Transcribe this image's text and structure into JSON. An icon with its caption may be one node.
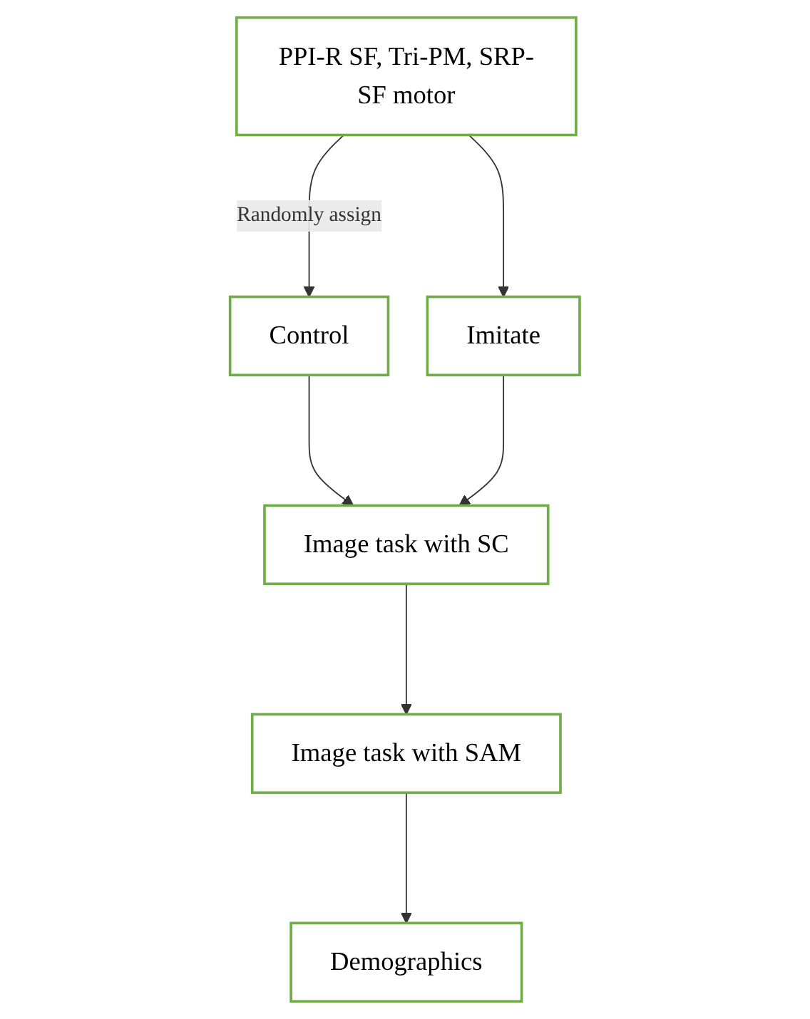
{
  "diagram": {
    "nodes": [
      {
        "text": [
          "PPI-R SF, Tri-PM, SRP-SF motor"
        ]
      },
      {
        "text": [
          "Control"
        ]
      },
      {
        "text": [
          "Imitate"
        ]
      },
      {
        "text": [
          "Image task with SC"
        ]
      },
      {
        "text": [
          "Image task with SAM"
        ]
      },
      {
        "text": [
          "Demographics"
        ]
      }
    ],
    "edges": [
      {
        "from": 0,
        "to": 1,
        "arrow": "to",
        "label": "Randomly assign"
      },
      {
        "from": 0,
        "to": 2,
        "arrow": "to"
      },
      {
        "from": 1,
        "to": 3,
        "arrow": "to"
      },
      {
        "from": 2,
        "to": 3,
        "arrow": "to"
      },
      {
        "from": 3,
        "to": 4,
        "arrow": "to"
      },
      {
        "from": 4,
        "to": 5,
        "arrow": "to"
      }
    ]
  }
}
